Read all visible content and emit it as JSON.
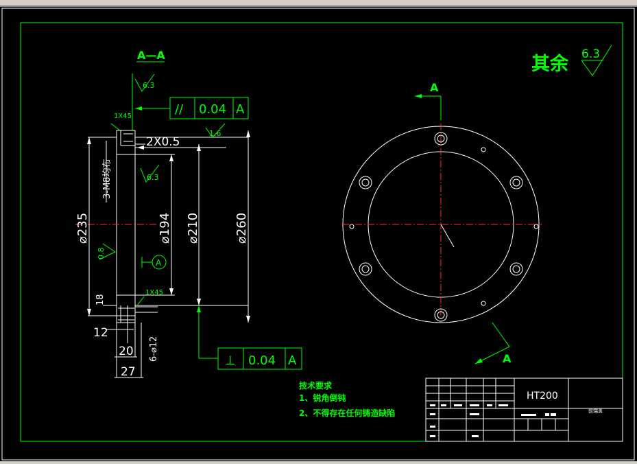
{
  "section_title": "A—A",
  "surface_finish": {
    "general_label": "其余",
    "general_value": "6.3",
    "face_top": "6.3",
    "face_inner": "6.3",
    "chamfer_face": "1.6",
    "bore_left": "0.8"
  },
  "tolerance_frames": {
    "parallelism": {
      "symbol": "//",
      "value": "0.04",
      "datum": "A"
    },
    "perpendicularity": {
      "symbol": "⊥",
      "value": "0.04",
      "datum": "A"
    }
  },
  "datum_label": "A",
  "dimensions": {
    "chamfer_top": "1X45",
    "chamfer_bottom": "1X45",
    "thread_pitch": "2X0.5",
    "thread_holes": "3-M8均布",
    "d235": "⌀235",
    "d194": "⌀194",
    "d210": "⌀210",
    "d260": "⌀260",
    "dim18": "18",
    "dim12": "12",
    "dim20": "20",
    "dim27": "27",
    "holes12": "6-⌀12"
  },
  "section_arrows": {
    "top": "A",
    "bottom": "A"
  },
  "tech_requirements": {
    "title": "技术要求",
    "item1": "1、锐角倒钝",
    "item2": "2、不得存在任何铸造缺陷"
  },
  "title_block": {
    "material": "HT200",
    "part_name": "前端盖"
  }
}
